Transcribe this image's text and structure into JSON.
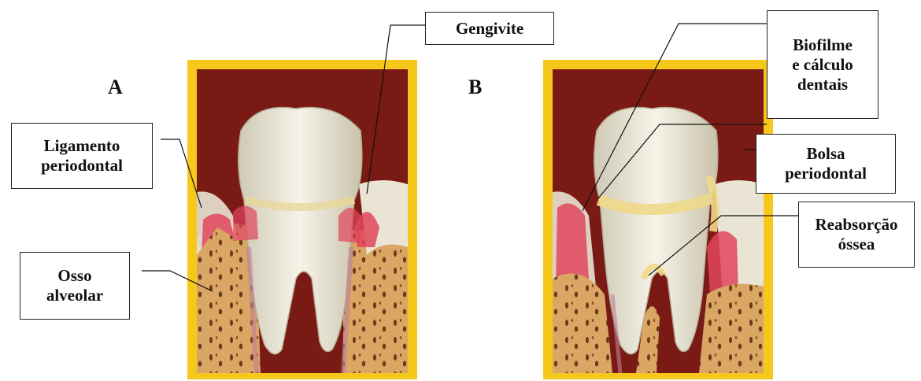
{
  "panels": [
    {
      "letter": "A"
    },
    {
      "letter": "B"
    }
  ],
  "labels": {
    "gengivite": {
      "lines": [
        "Gengivite"
      ]
    },
    "ligamento": {
      "lines": [
        "Ligamento",
        "periodontal"
      ]
    },
    "osso": {
      "lines": [
        "Osso",
        "alveolar"
      ]
    },
    "biofilme": {
      "lines": [
        "Biofilme",
        "e cálculo",
        "dentais"
      ]
    },
    "bolsa": {
      "lines": [
        "Bolsa",
        "periodontal"
      ]
    },
    "reabsorcao": {
      "lines": [
        "Reabsorção",
        "óssea"
      ]
    }
  },
  "colors": {
    "frame": "#f7c81c",
    "background_gum": "#7a1a14",
    "bone": "#d9a664",
    "tooth": "#f2efe2",
    "inflamed_gum": "#e0465c",
    "calculus": "#f0d98a"
  }
}
